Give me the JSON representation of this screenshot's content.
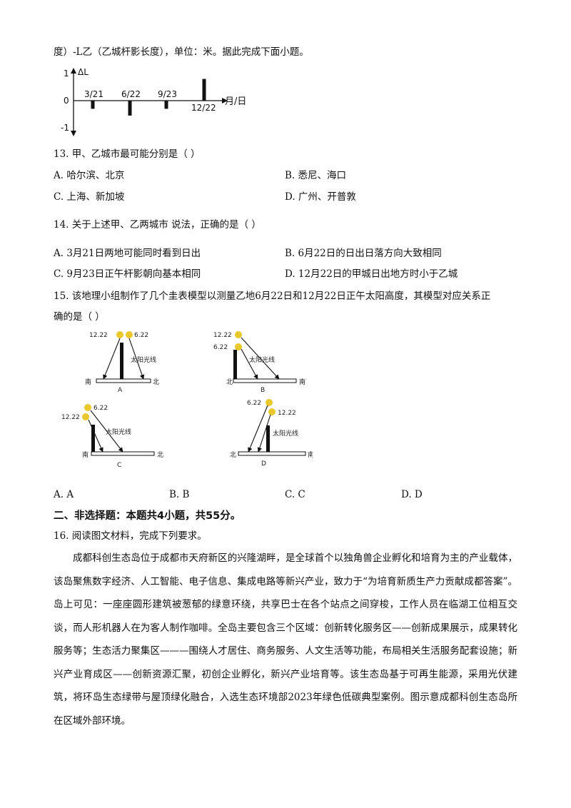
{
  "intro_line": "度）-L乙（乙城杆影长度），单位：米。据此完成下面小题。",
  "chart_data": {
    "type": "bar",
    "title": "",
    "ylabel": "ΔL",
    "xlabel": "月/日",
    "ylim": [
      -1,
      1
    ],
    "ytick_labels": [
      "1",
      "0",
      "-1"
    ],
    "categories": [
      "3/21",
      "6/22",
      "9/23",
      "12/22"
    ],
    "values": [
      -0.3,
      -0.55,
      -0.3,
      0.8
    ],
    "grid": false
  },
  "q13": {
    "stem": "13. 甲、乙城市最可能分别是（    ）",
    "options": [
      "A. 哈尔滨、北京",
      "B. 悉尼、海口",
      "C. 上海、新加坡",
      "D. 广州、开普敦"
    ]
  },
  "q14": {
    "stem": "14. 关于上述甲、乙两城市          说法，正确的是（    ）",
    "options": [
      "A. 3月21日两地可能同时看到日出",
      "B. 6月22日的日出日落方向大致相同",
      "C. 9月23日正午杆影朝向基本相同",
      "D. 12月22日的甲城日出地方时小于乙城"
    ]
  },
  "q15": {
    "stem_line1": "15. 该地理小组制作了几个圭表模型以测量乙地6月22日和12月22日正午太阳高度，其模型对应关系正",
    "stem_line2": "确的是（    ）",
    "figures": {
      "date_a": "12.22",
      "date_b": "6.22",
      "ray_label": "太阳光线",
      "south": "南",
      "north": "北",
      "letters": [
        "A",
        "B",
        "C",
        "D"
      ]
    },
    "options": [
      "A. A",
      "B. B",
      "C. C",
      "D. D"
    ]
  },
  "section2": "二、非选择题：本题共4小题，共55分。",
  "q16": {
    "stem": "16. 阅读图文材料，完成下列要求。",
    "paragraph": "成都科创生态岛位于成都市天府新区的兴隆湖畔，是全球首个以独角兽企业孵化和培育为主的产业载体，该岛聚焦数字经济、人工智能、电子信息、集成电路等新兴产业，致力于“为培育新质生产力贡献成都答案”。岛上可见：一座座圆形建筑被葱郁的绿意环绕，共享巴士在各个站点之间穿梭，工作人员在临湖工位相互交谈，而人形机器人在为客人制作咖啡。全岛主要包含三个区域：创新转化服务区——创新成果展示，成果转化服务等；生态活力聚集区———围绕人才居住、商务服务、人文生活等功能，布局相关生活服务配套设施；新兴产业育成区——创新资源汇聚，初创企业孵化，新兴产业培育等。该生态岛基于可再生能源，采用光伏建筑，将环岛生态绿带与屋顶绿化融合，入选生态环境部2023年绿色低碳典型案例。图示意成都科创生态岛所在区域外部环境。"
  }
}
